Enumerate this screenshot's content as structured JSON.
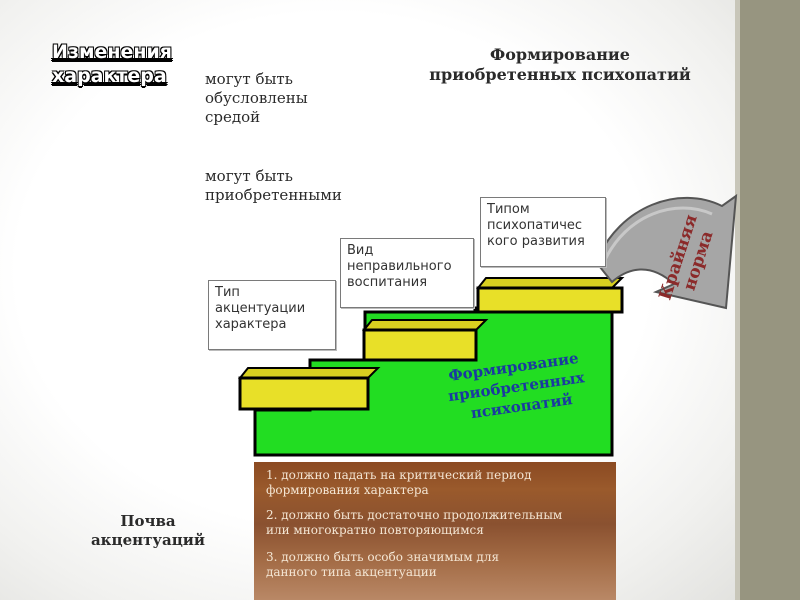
{
  "heading": {
    "line1": "Изменения",
    "line2": "характера"
  },
  "notes": {
    "env": [
      "могут быть",
      "обусловлены",
      "средой"
    ],
    "acquired": [
      "могут быть",
      "приобретенными"
    ]
  },
  "right_title": [
    "Формирование",
    "приобретенных психопатий"
  ],
  "soil_label": [
    "Почва",
    "акцентуаций"
  ],
  "steps": [
    {
      "label": [
        "Тип",
        "акцентуации",
        "характера"
      ]
    },
    {
      "label": [
        "Вид",
        "неправильного",
        "воспитания"
      ]
    },
    {
      "label": [
        "Типом",
        "психопатичес",
        "кого развития"
      ]
    }
  ],
  "staircase_text": [
    "Формирование",
    "приобретенных",
    "психопатий"
  ],
  "arrow_text": [
    "Крайняя",
    "норма"
  ],
  "soil_items": [
    [
      "1. должно падать на критический период",
      "формирования характера"
    ],
    [
      "2. должно быть достаточно продолжительным",
      "или многократно повторяющимся"
    ],
    [
      "3. должно быть особо значимым для",
      "данного типа акцентуации"
    ]
  ],
  "colors": {
    "stair_green": "#22dd22",
    "step_yellow": "#e8e028",
    "arrow_gray": "#a6a6a6",
    "arrow_text": "#8b2a2a",
    "sidebar": "#979580"
  }
}
